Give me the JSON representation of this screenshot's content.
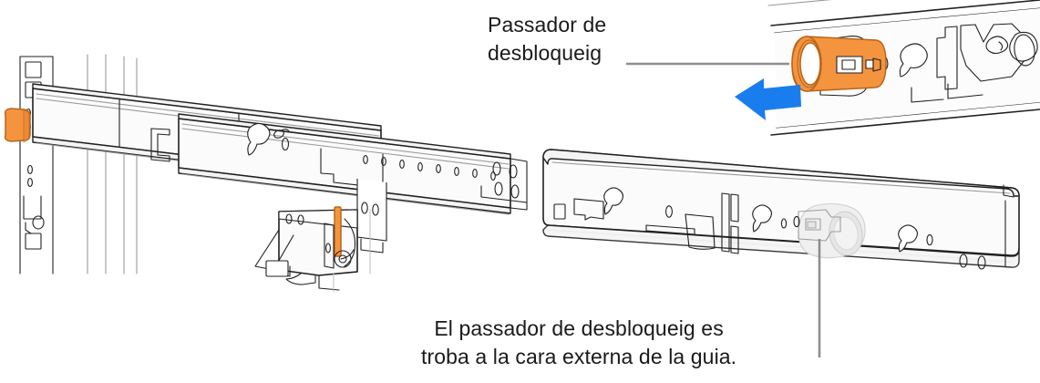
{
  "illustration": {
    "subject": "rack-rail-release-pin",
    "description": "Exploded technical line drawing of a server rack slide rail mounted to a rack post, with a separate inner rail shown below-right and a magnified inset at top-right showing the orange release pin being pushed out of the rail.",
    "colors": {
      "line": "#231f20",
      "line_light": "#9a9a9a",
      "fill": "#f7f7f7",
      "accent_orange": "#f5943f",
      "accent_orange_dark": "#d97b25",
      "arrow_blue": "#1a7ded",
      "leader_gray": "#8e8e8e",
      "text": "#1a1a1a",
      "ghost": "#e9e9e9"
    }
  },
  "callouts": {
    "top": {
      "text": "Passador de\ndesbloqueig",
      "leader": "horizontal-line-to-inset"
    },
    "bottom": {
      "text": "El passador de desbloqueig es\ntroba a la cara externa de la guia.",
      "leader": "vertical-line-to-rail"
    }
  },
  "annotations": {
    "arrow": {
      "name": "push-direction-arrow",
      "direction": "left",
      "color": "#1a7ded"
    },
    "highlight_pin": {
      "name": "release-pin",
      "color": "#f5943f"
    },
    "left_rail_tab": {
      "name": "rail-front-tab",
      "color": "#f5943f"
    },
    "mid_bracket_bar": {
      "name": "rail-lock-bar",
      "color": "#f5943f"
    }
  }
}
